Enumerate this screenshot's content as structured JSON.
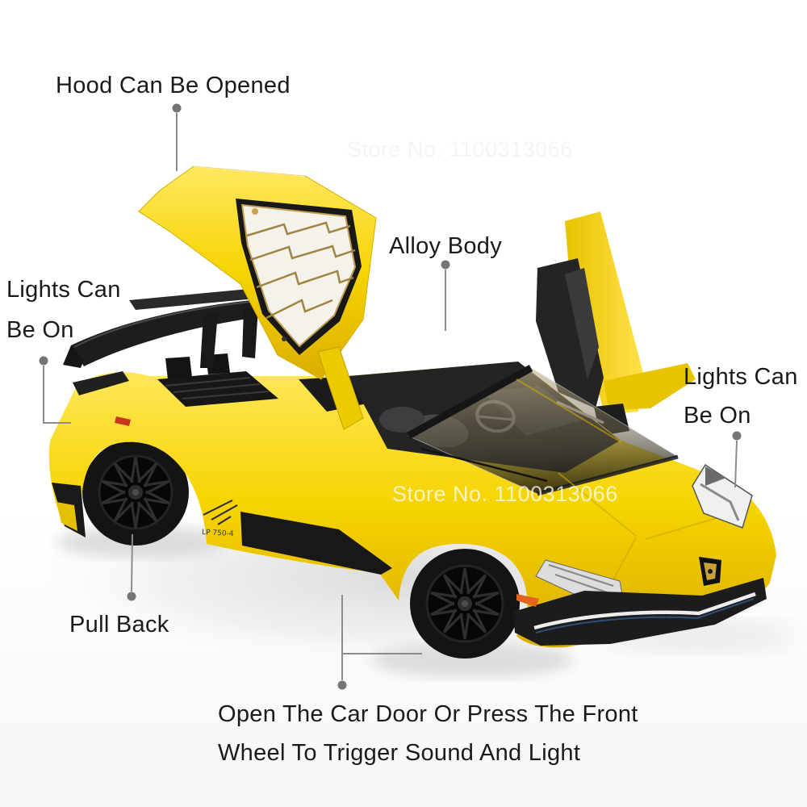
{
  "annotations": {
    "hood": "Hood Can Be Opened",
    "alloy_body": "Alloy Body",
    "lights_left": {
      "line1": "Lights Can",
      "line2": "Be On"
    },
    "lights_right": {
      "line1": "Lights Can",
      "line2": "Be On"
    },
    "pull_back": "Pull Back",
    "bottom": {
      "line1": "Open The Car Door Or Press The Front",
      "line2": "Wheel To Trigger Sound And Light"
    }
  },
  "watermark": {
    "text": "Store No. 1100313066"
  },
  "car": {
    "decal_text": "LP 750-4",
    "description": "yellow diecast scale-model sports car with scissor doors open and engine hood raised"
  },
  "colors": {
    "label_text": "#1a1a1a",
    "connector_line": "#8c8c8c",
    "connector_dot": "#757575",
    "body_yellow": "#f6d400",
    "body_yellow_highlight": "#ffe860",
    "body_yellow_shadow": "#d9ad00",
    "accent_black": "#1c1c1c",
    "hood_window": "#f5f2ec",
    "hood_trim_gold": "#bf9d50",
    "marker_orange": "#e2641e",
    "marker_red": "#c8371c",
    "watermark_over_car": "rgba(255,255,255,0.74)"
  }
}
